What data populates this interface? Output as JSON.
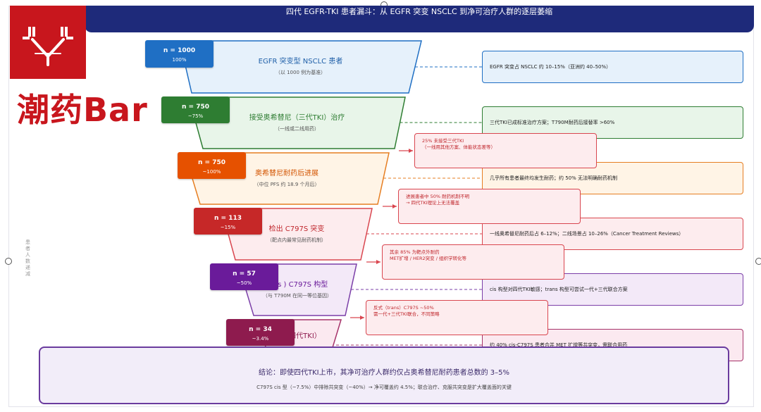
{
  "header": {
    "title": "四代 EGFR-TKI 患者漏斗：从 EGFR 突变 NSCLC 到净可治疗人群的逐层萎缩"
  },
  "brand": {
    "text": "潮药Bar",
    "color": "#c8161d"
  },
  "side_label": "患者人数递减",
  "stages": [
    {
      "n": "n = 1000",
      "pct": "100%",
      "title": "EGFR 突变型 NSCLC 患者",
      "subtitle": "（以 1000 例为基准）",
      "badge_color": "#1f6fc4",
      "fill": "#e6f1fb",
      "stroke": "#1f6fc4",
      "text_color": "#1f5fa8",
      "note": "EGFR 突变占 NSCLC 约 10–15%（亚洲约 40–50%）"
    },
    {
      "n": "n = 750",
      "pct": "~75%",
      "title": "接受奥希替尼（三代TKI）治疗",
      "subtitle": "（一线或二线用药）",
      "badge_color": "#2e7d32",
      "fill": "#e8f5e9",
      "stroke": "#2e7d32",
      "text_color": "#2e7d32",
      "note": "三代TKI已成标准治疗方案；T790M耐药后接替率 >60%"
    },
    {
      "n": "n = 750",
      "pct": "~100%",
      "title": "奥希替尼耐药后进展",
      "subtitle": "（中位 PFS 约 18.9 个月后）",
      "badge_color": "#e65100",
      "fill": "#fff4e6",
      "stroke": "#e67e22",
      "text_color": "#d35400",
      "note": "几乎所有患者最终均发生耐药；约 50% 无法明确耐药机制"
    },
    {
      "n": "n = 113",
      "pct": "~15%",
      "title": "检出 C797S 突变",
      "subtitle": "（靶点内最常见耐药机制）",
      "badge_color": "#c62828",
      "fill": "#fdecee",
      "stroke": "#d9464f",
      "text_color": "#c0272d",
      "note": "一线奥希替尼耐药后占 6–12%；二线场景占 10–26%（Cancer Treatment Reviews）"
    },
    {
      "n": "n = 57",
      "pct": "~50%",
      "title": "( cis ) C797S 构型",
      "subtitle": "（与 T790M 在同一等位基因）",
      "badge_color": "#6a1b9a",
      "fill": "#f3e9f8",
      "stroke": "#7b3fa8",
      "text_color": "#6a1b9a",
      "note": "cis 构型对四代TKI敏感；trans 构型可尝试一代+三代联合方案"
    },
    {
      "n": "n = 34",
      "pct": "~3.4%",
      "title": "群（四代TKI）",
      "subtitle": "排除共发性耐药机制后",
      "badge_color": "#8e1b4e",
      "fill": "#fbe9f0",
      "stroke": "#a6336a",
      "text_color": "#8e1b4e",
      "note": "约 40% cis-C797S 患者合并 MET 扩增等共突变，需联合用药"
    }
  ],
  "side_notes": [
    {
      "text": "25% 未接受三代TKI\n（一线用其他方案、体能状态差等）"
    },
    {
      "text": "进展患者中 50% 耐药机制不明\n→ 四代TKI理论上无法覆盖"
    },
    {
      "text": "其余 85% 为靶点外耐药\nMET扩增 / HER2突变 / 组织学转化等"
    },
    {
      "text": "反式（trans）C797S ~50%\n需一代+三代TKI联合，不同策略"
    }
  ],
  "conclusion": {
    "title": "结论：即使四代TKI上市，其净可治疗人群约仅占奥希替尼耐药患者总数的 3–5%",
    "subtitle": "C797S cis 型（~7.5%）中排除共突变（~40%）→ 净可覆盖约 4.5%；联合治疗、克服共突变是扩大覆盖面的关键"
  }
}
